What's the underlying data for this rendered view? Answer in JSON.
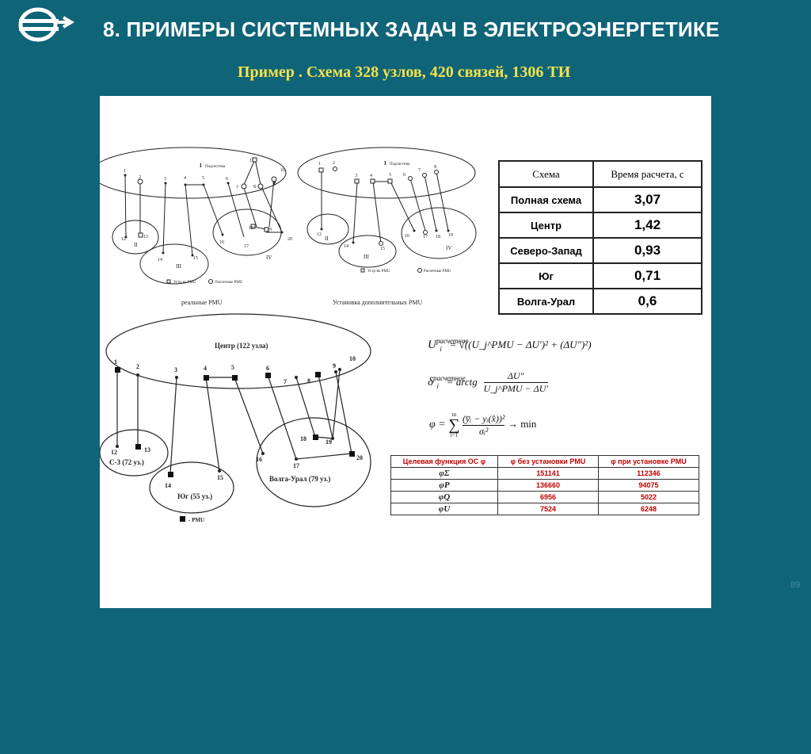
{
  "header": {
    "title": "8. ПРИМЕРЫ СИСТЕМНЫХ ЗАДАЧ В ЭЛЕКТРОЭНЕРГЕТИКЕ",
    "subtitle": "Пример . Схема 328 узлов, 420 связей, 1306 ТИ",
    "logo_icon": "power-grid-logo-icon"
  },
  "page_number": "89",
  "colors": {
    "background": "#0f6478",
    "title": "#ffffff",
    "subtitle": "#f4e24a",
    "accent_red": "#c00000"
  },
  "top_diagrams": {
    "left_caption": "реальные PMU",
    "right_caption": "Установка дополнительных PMU",
    "legend_device": "Устр-во PMU",
    "legend_calc": "Расчетные PMU",
    "area_I": "I",
    "area_I_label": "Подсистема",
    "area_II": "II",
    "area_III": "III",
    "area_IV": "IV",
    "node_labels": [
      "1",
      "2",
      "3",
      "4",
      "5",
      "6",
      "7",
      "8",
      "9",
      "10",
      "11",
      "12",
      "13",
      "14",
      "15",
      "16",
      "17",
      "18",
      "19",
      "20"
    ]
  },
  "timing_table": {
    "headers": [
      "Схема",
      "Время расчета, с"
    ],
    "rows": [
      {
        "scheme": "Полная схема",
        "time": "3,07"
      },
      {
        "scheme": "Центр",
        "time": "1,42"
      },
      {
        "scheme": "Северо-Запад",
        "time": "0,93"
      },
      {
        "scheme": "Юг",
        "time": "0,71"
      },
      {
        "scheme": "Волга-Урал",
        "time": "0,6"
      }
    ]
  },
  "bottom_diagram": {
    "center_label": "Центр (122 узла)",
    "nw_label": "С-3 (72 уз.)",
    "south_label": "Юг (55 уз.)",
    "volga_label": "Волга-Урал (79 уз.)",
    "legend_pmu": "- PMU",
    "node_labels": [
      "1",
      "2",
      "3",
      "4",
      "5",
      "6",
      "7",
      "8",
      "9",
      "10",
      "12",
      "13",
      "14",
      "15",
      "16",
      "17",
      "18",
      "19",
      "20"
    ]
  },
  "formulas": {
    "f1_lhs": "U",
    "f1_sup": "расчетное",
    "f1_sub": "i",
    "f1_rhs": "= √((U_j^PMU − ΔU′)² + (ΔU″)²)",
    "f2_lhs": "δ",
    "f2_sup": "расчетное",
    "f2_sub": "i",
    "f2_arctg": "= arctg",
    "f2_num": "ΔU″",
    "f2_den": "U_j^PMU − ΔU′",
    "f3_lhs": "φ",
    "f3_eq": "=",
    "f3_sum_top": "m",
    "f3_sum_bot": "i=1",
    "f3_num": "(y̅ᵢ − yᵢ(x̂))²",
    "f3_den": "σᵢ²",
    "f3_min": "→ min"
  },
  "objective_table": {
    "headers": [
      "Целевая функция ОС φ",
      "φ без установки PMU",
      "φ при установке PMU"
    ],
    "rows": [
      {
        "fn": "φΣ",
        "without": "151141",
        "with": "112346"
      },
      {
        "fn": "φP",
        "without": "136660",
        "with": "94075"
      },
      {
        "fn": "φQ",
        "without": "6956",
        "with": "5022"
      },
      {
        "fn": "φU",
        "without": "7524",
        "with": "6248"
      }
    ]
  }
}
